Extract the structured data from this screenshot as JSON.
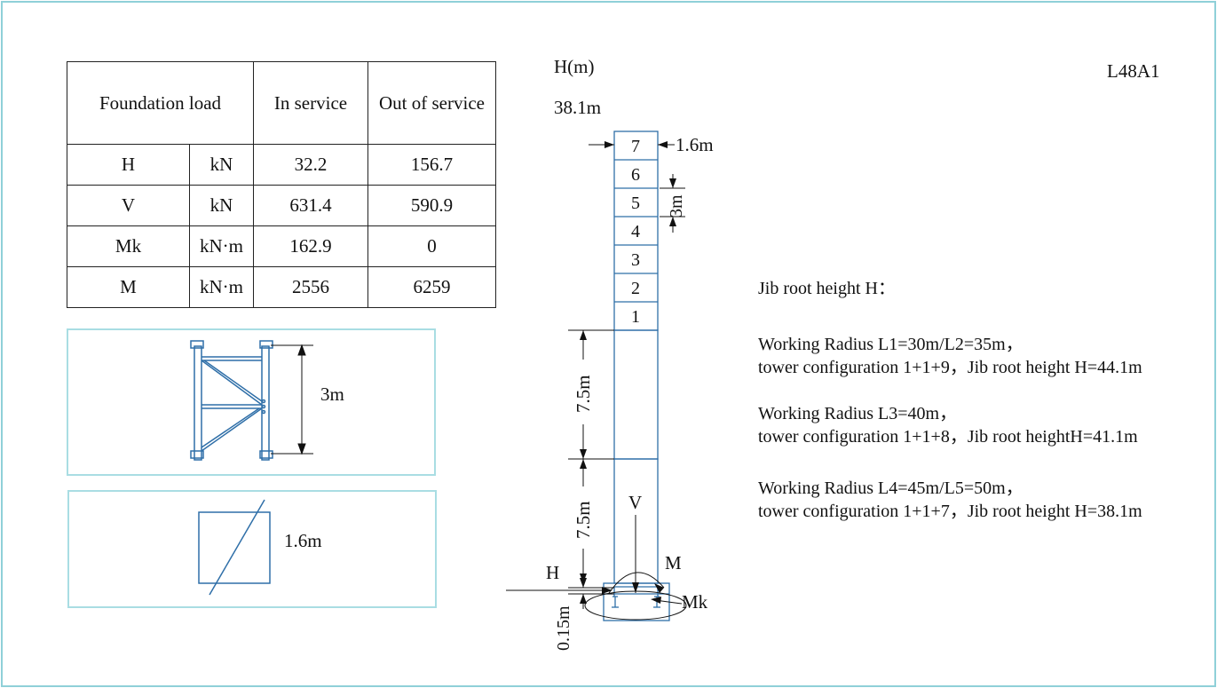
{
  "model": "L48A1",
  "table": {
    "header": {
      "title": "Foundation load",
      "in_service": "In service",
      "out_of_service": "Out of service"
    },
    "rows": [
      {
        "symbol": "H",
        "unit": "kN",
        "in_service": "32.2",
        "out_of_service": "156.7"
      },
      {
        "symbol": "V",
        "unit": "kN",
        "in_service": "631.4",
        "out_of_service": "590.9"
      },
      {
        "symbol": "Mk",
        "unit": "kN·m",
        "in_service": "162.9",
        "out_of_service": "0"
      },
      {
        "symbol": "M",
        "unit": "kN·m",
        "in_service": "2556",
        "out_of_service": "6259"
      }
    ]
  },
  "section_panel": {
    "height_label": "3m"
  },
  "plan_panel": {
    "width_label": "1.6m"
  },
  "tower": {
    "axis_label": "H(m)",
    "top_height": "38.1m",
    "sections": [
      "7",
      "6",
      "5",
      "4",
      "3",
      "2",
      "1"
    ],
    "width_label": "1.6m",
    "section_height_label": "3m",
    "base_segment_labels": [
      "7.5m",
      "7.5m"
    ],
    "base_thickness_label": "0.15m",
    "forces": {
      "h": "H",
      "v": "V",
      "m": "M",
      "mk": "Mk"
    }
  },
  "notes": {
    "title": "Jib root height H：",
    "configs": [
      {
        "line1": "Working Radius L1=30m/L2=35m，",
        "line2": "tower configuration 1+1+9，Jib root height H=44.1m"
      },
      {
        "line1": "Working Radius L3=40m，",
        "line2": "tower configuration 1+1+8，Jib root   heightH=41.1m"
      },
      {
        "line1": "Working Radius L4=45m/L5=50m，",
        "line2": "tower configuration 1+1+7，Jib root height H=38.1m"
      }
    ]
  },
  "colors": {
    "frame": "#8fd0d8",
    "drawing": "#2f6fa8",
    "panel_border": "#a9dde3"
  }
}
